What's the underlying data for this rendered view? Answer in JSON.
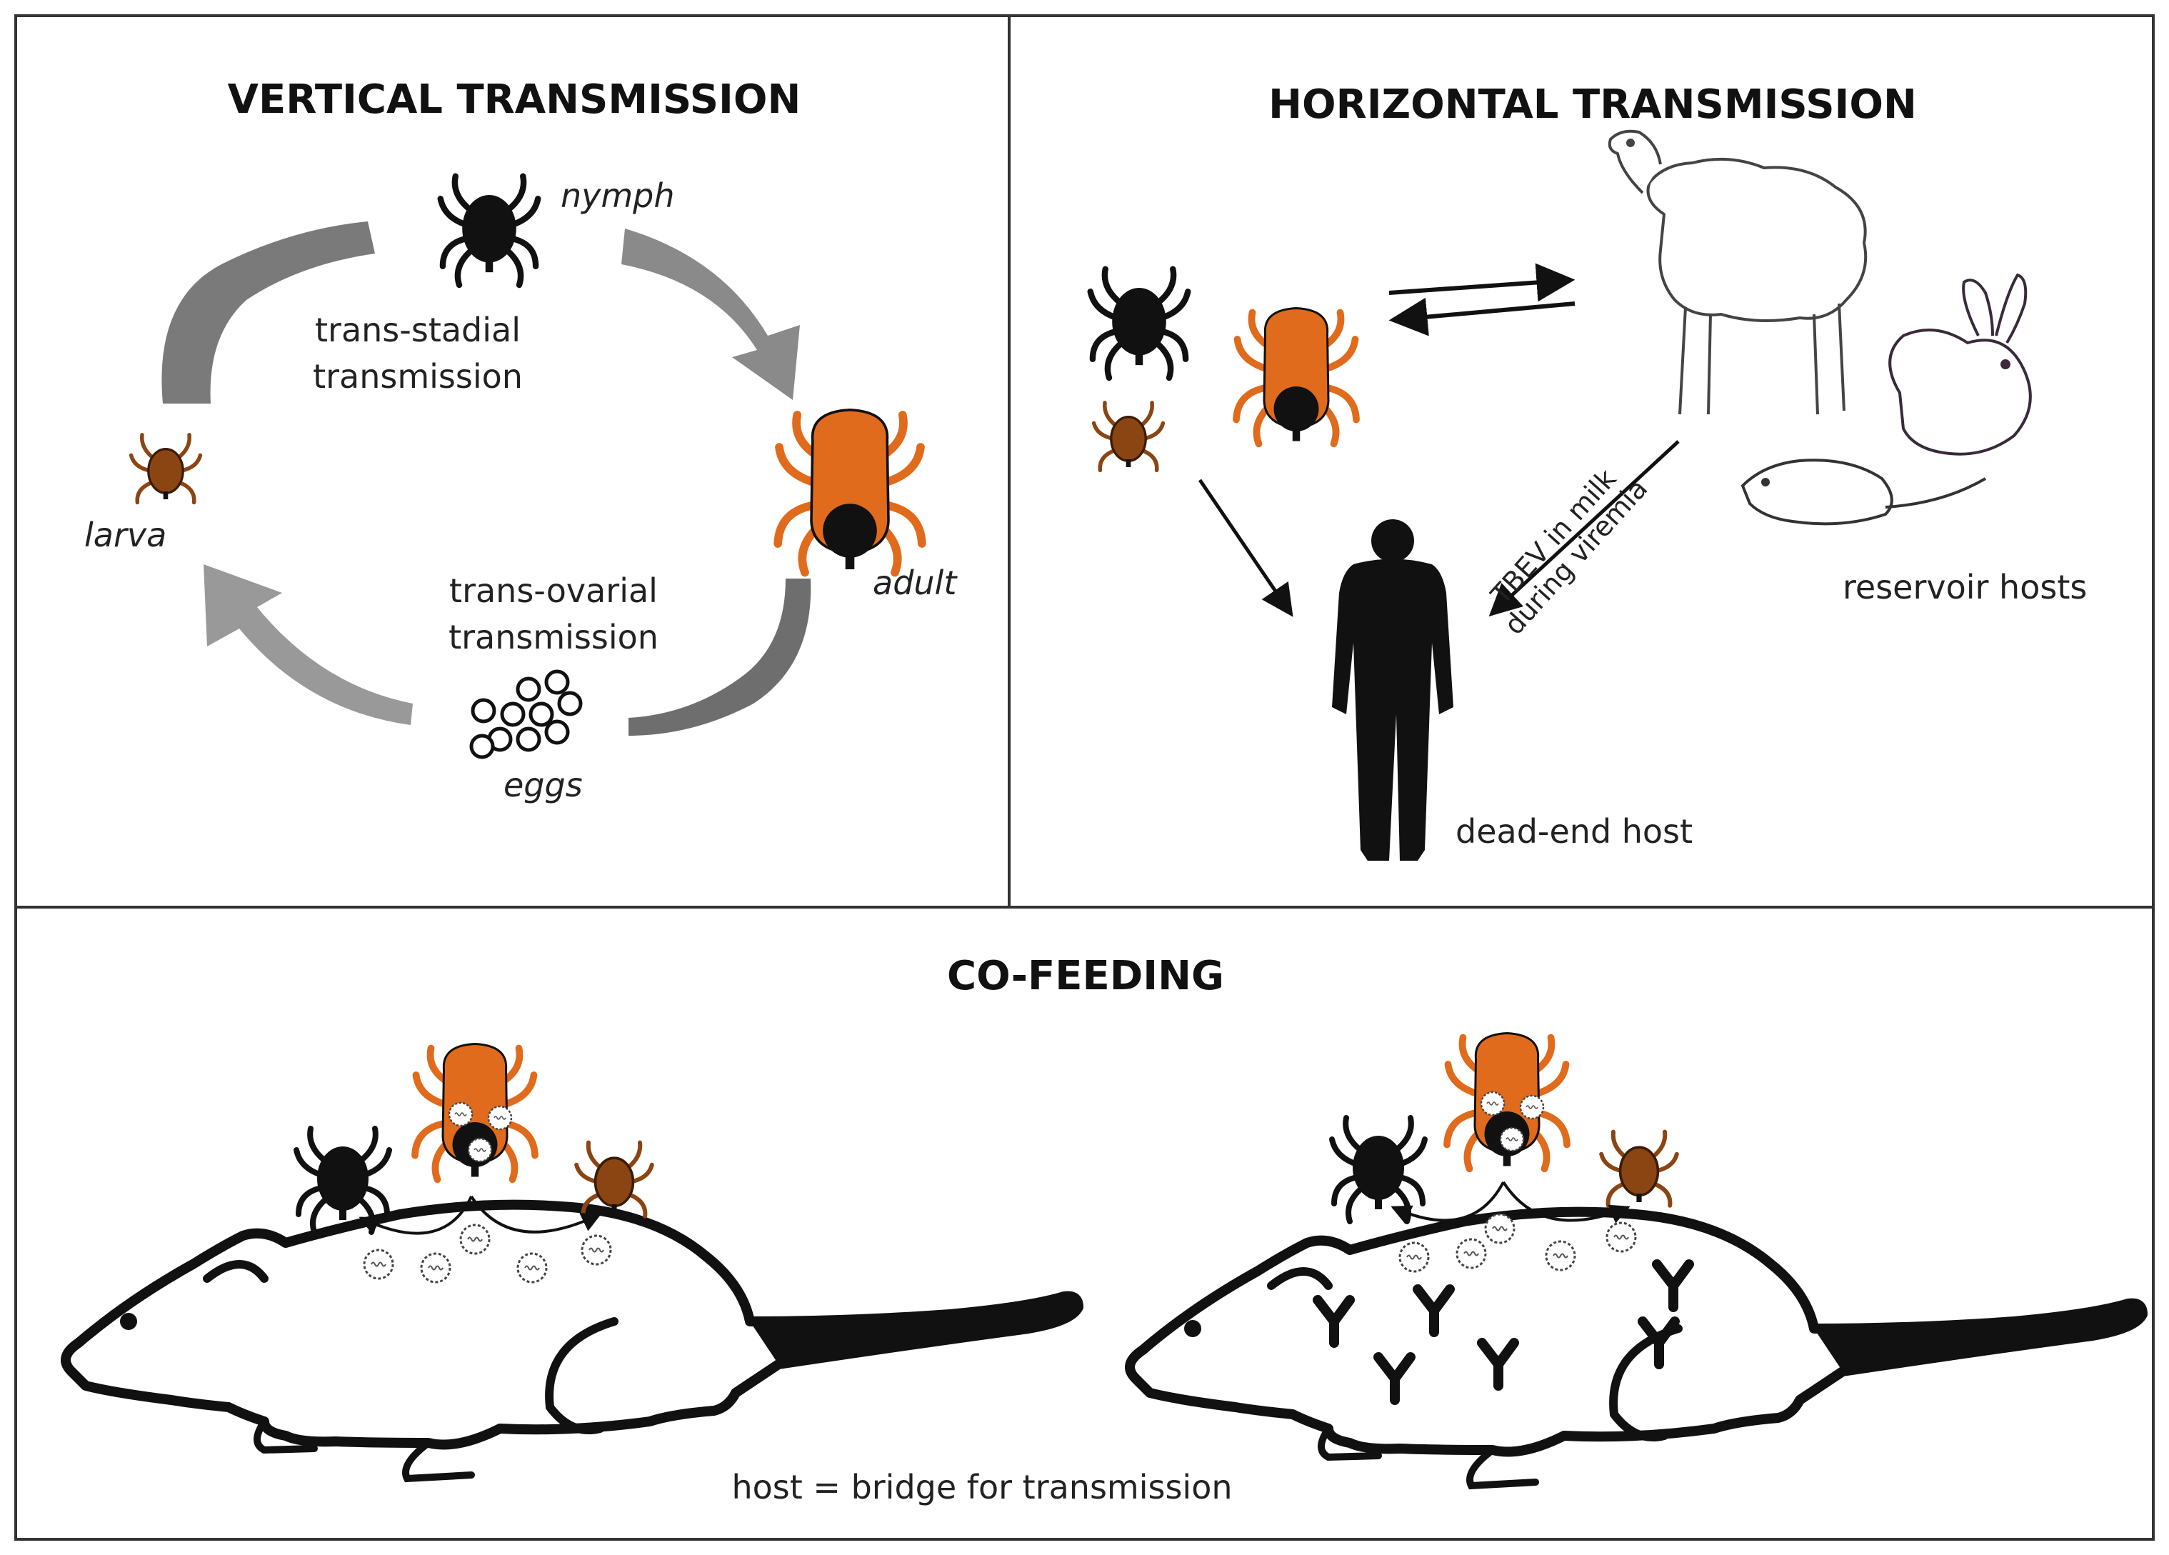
{
  "panels": {
    "vertical": {
      "title": "VERTICAL TRANSMISSION",
      "stages": {
        "nymph": "nymph",
        "adult": "adult",
        "eggs": "eggs",
        "larva": "larva"
      },
      "trans_stadial": [
        "trans-stadial",
        "transmission"
      ],
      "trans_ovarial": [
        "trans-ovarial",
        "transmission"
      ]
    },
    "horizontal": {
      "title": "HORIZONTAL TRANSMISSION",
      "milk_note": [
        "TBEV in milk",
        "during viremia"
      ],
      "reservoir": "reservoir hosts",
      "dead_end": "dead-end host"
    },
    "cofeeding": {
      "title": "CO-FEEDING",
      "caption": "host = bridge for transmission"
    }
  },
  "colors": {
    "adult_tick": "#E06B1C",
    "larva_tick": "#8B4513",
    "nymph_tick": "#111111",
    "arrow_gray": "#808080",
    "border": "#333333"
  },
  "icons": [
    "tick-icon",
    "sheep-icon",
    "rabbit-icon",
    "mouse-icon",
    "human-silhouette-icon",
    "rat-icon",
    "virus-icon",
    "antibody-icon",
    "egg-icon"
  ]
}
